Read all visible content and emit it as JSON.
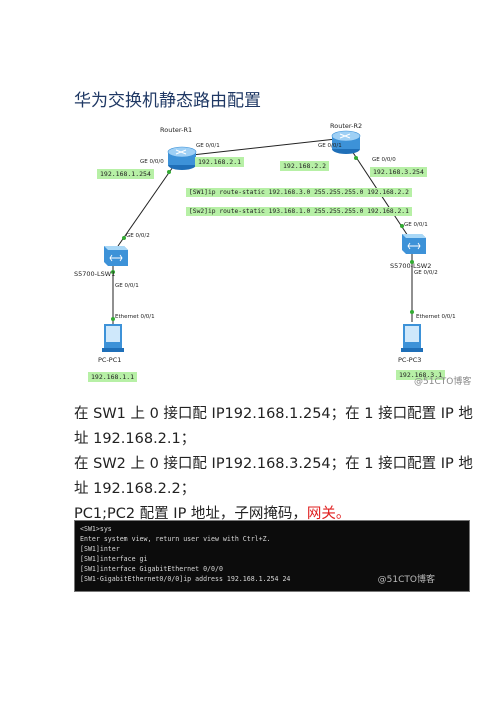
{
  "title": "华为交换机静态路由配置",
  "devices": {
    "r1": "Router-R1",
    "r2": "Router-R2",
    "lsw1": "S5700-LSW1",
    "lsw2": "S5700-LSW2",
    "pc1": "PC-PC1",
    "pc3": "PC-PC3"
  },
  "ports": {
    "r1_g001": "GE 0/0/1",
    "r1_g000": "GE 0/0/0",
    "r2_g001": "GE 0/0/1",
    "r2_g000": "GE 0/0/0",
    "lsw1_g002": "GE 0/0/2",
    "lsw1_g001": "GE 0/0/1",
    "lsw2_g001": "GE 0/0/1",
    "lsw2_g002": "GE 0/0/2",
    "pc1_eth": "Ethernet 0/0/1",
    "pc3_eth": "Ethernet 0/0/1"
  },
  "ips": {
    "r1_left": "192.168.1.254",
    "r1_right": "192.168.2.1",
    "r2_left": "192.168.2.2",
    "r2_right": "192.168.3.254",
    "pc1": "192.168.1.1",
    "pc3": "192.168.3.1"
  },
  "commands": {
    "sw1": "[SW1]ip route-static 192.168.3.0 255.255.255.0 192.168.2.2",
    "sw2": "[Sw2]ip route-static 193.168.1.0 255.255.255.0 192.168.2.1"
  },
  "watermark": "@51CTO博客",
  "paragraphs": {
    "p1": "在 SW1 上 0 接口配 IP192.168.1.254；在 1 接口配置 IP 地址 192.168.2.1；",
    "p2": "在 SW2 上 0 接口配 IP192.168.3.254；在 1 接口配置 IP 地址 192.168.2.2；",
    "p3_main": "PC1;PC2 配置 IP 地址，子网掩码，",
    "p3_red": "网关。"
  },
  "terminal": [
    "<SW1>sys",
    "Enter system view, return user view with Ctrl+Z.",
    "[SW1]inter",
    "[SW1]interface gi",
    "[SW1]interface GigabitEthernet 0/0/0",
    "[SW1-GigabitEthernet0/0/0]ip address 192.168.1.254 24"
  ]
}
